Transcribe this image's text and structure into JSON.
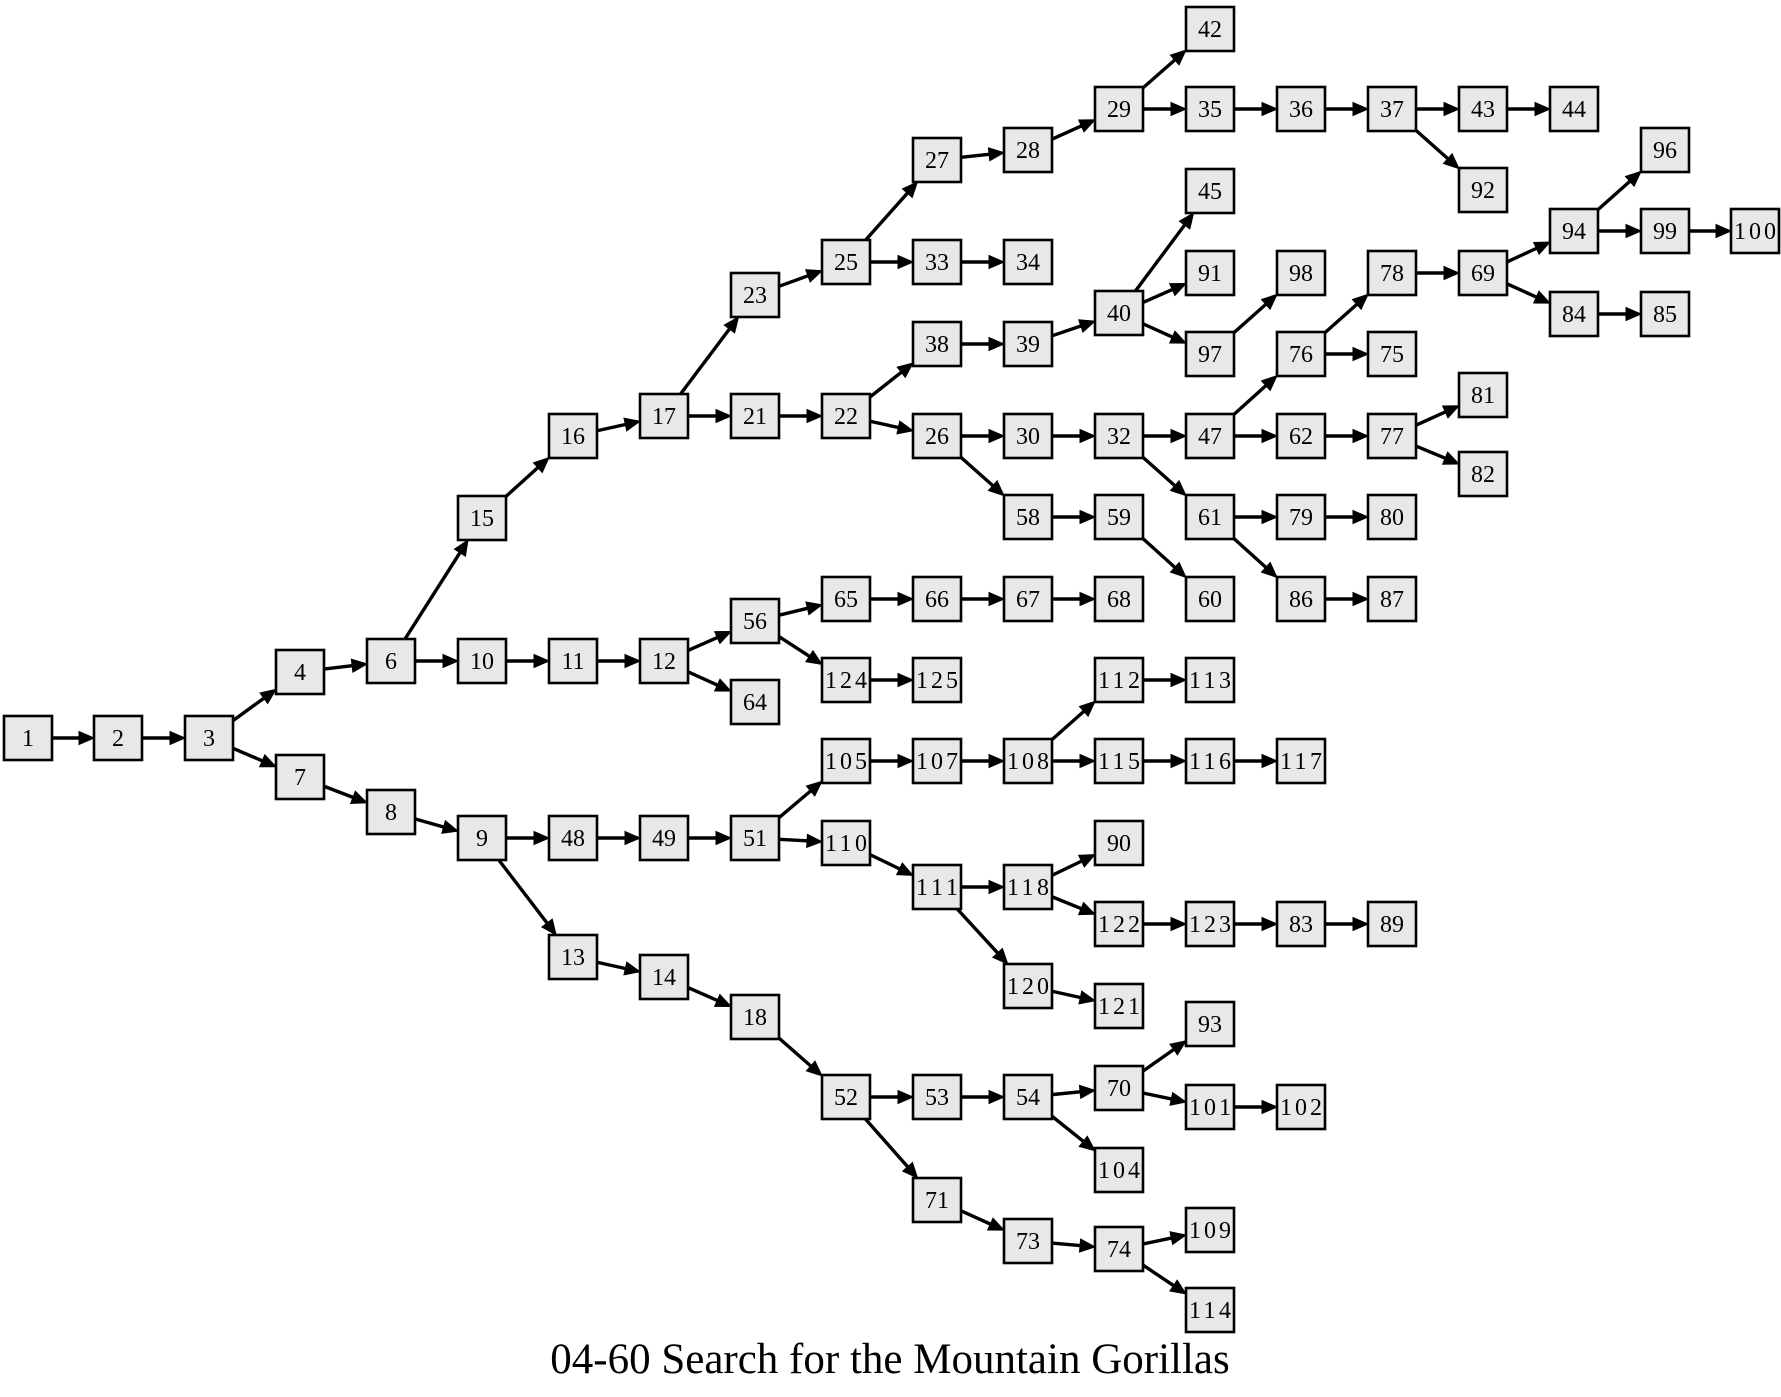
{
  "caption": "04-60 Search for the Mountain Gorillas",
  "colors": {
    "node_fill": "#e8e8e8",
    "node_stroke": "#000000",
    "edge": "#000000"
  },
  "nodes": [
    "1",
    "2",
    "3",
    "4",
    "6",
    "7",
    "8",
    "9",
    "10",
    "11",
    "12",
    "13",
    "14",
    "15",
    "16",
    "17",
    "18",
    "21",
    "22",
    "23",
    "25",
    "26",
    "27",
    "28",
    "29",
    "30",
    "32",
    "33",
    "34",
    "35",
    "36",
    "37",
    "38",
    "39",
    "40",
    "42",
    "43",
    "44",
    "45",
    "47",
    "48",
    "49",
    "51",
    "52",
    "53",
    "54",
    "56",
    "58",
    "59",
    "60",
    "61",
    "62",
    "64",
    "65",
    "66",
    "67",
    "68",
    "69",
    "70",
    "71",
    "73",
    "74",
    "75",
    "76",
    "77",
    "78",
    "79",
    "80",
    "81",
    "82",
    "83",
    "84",
    "85",
    "86",
    "87",
    "89",
    "90",
    "91",
    "92",
    "93",
    "94",
    "96",
    "97",
    "98",
    "99",
    "100",
    "101",
    "102",
    "104",
    "105",
    "107",
    "108",
    "109",
    "110",
    "111",
    "112",
    "113",
    "114",
    "115",
    "116",
    "117",
    "118",
    "120",
    "121",
    "122",
    "123",
    "124",
    "125"
  ],
  "edges": [
    [
      "1",
      "2"
    ],
    [
      "2",
      "3"
    ],
    [
      "3",
      "4"
    ],
    [
      "3",
      "7"
    ],
    [
      "4",
      "6"
    ],
    [
      "6",
      "15"
    ],
    [
      "6",
      "10"
    ],
    [
      "7",
      "8"
    ],
    [
      "8",
      "9"
    ],
    [
      "9",
      "48"
    ],
    [
      "9",
      "13"
    ],
    [
      "10",
      "11"
    ],
    [
      "11",
      "12"
    ],
    [
      "12",
      "56"
    ],
    [
      "12",
      "64"
    ],
    [
      "13",
      "14"
    ],
    [
      "14",
      "18"
    ],
    [
      "15",
      "16"
    ],
    [
      "16",
      "17"
    ],
    [
      "17",
      "23"
    ],
    [
      "17",
      "21"
    ],
    [
      "18",
      "52"
    ],
    [
      "21",
      "22"
    ],
    [
      "22",
      "38"
    ],
    [
      "22",
      "26"
    ],
    [
      "23",
      "25"
    ],
    [
      "25",
      "27"
    ],
    [
      "25",
      "33"
    ],
    [
      "26",
      "30"
    ],
    [
      "26",
      "58"
    ],
    [
      "27",
      "28"
    ],
    [
      "28",
      "29"
    ],
    [
      "29",
      "42"
    ],
    [
      "29",
      "35"
    ],
    [
      "30",
      "32"
    ],
    [
      "32",
      "47"
    ],
    [
      "32",
      "61"
    ],
    [
      "33",
      "34"
    ],
    [
      "35",
      "36"
    ],
    [
      "36",
      "37"
    ],
    [
      "37",
      "43"
    ],
    [
      "37",
      "92"
    ],
    [
      "38",
      "39"
    ],
    [
      "39",
      "40"
    ],
    [
      "40",
      "45"
    ],
    [
      "40",
      "91"
    ],
    [
      "40",
      "97"
    ],
    [
      "43",
      "44"
    ],
    [
      "47",
      "76"
    ],
    [
      "47",
      "62"
    ],
    [
      "48",
      "49"
    ],
    [
      "49",
      "51"
    ],
    [
      "51",
      "105"
    ],
    [
      "51",
      "110"
    ],
    [
      "52",
      "53"
    ],
    [
      "52",
      "71"
    ],
    [
      "53",
      "54"
    ],
    [
      "54",
      "70"
    ],
    [
      "54",
      "104"
    ],
    [
      "56",
      "65"
    ],
    [
      "56",
      "124"
    ],
    [
      "58",
      "59"
    ],
    [
      "59",
      "60"
    ],
    [
      "61",
      "79"
    ],
    [
      "61",
      "86"
    ],
    [
      "62",
      "77"
    ],
    [
      "65",
      "66"
    ],
    [
      "66",
      "67"
    ],
    [
      "67",
      "68"
    ],
    [
      "69",
      "94"
    ],
    [
      "69",
      "84"
    ],
    [
      "70",
      "93"
    ],
    [
      "70",
      "101"
    ],
    [
      "71",
      "73"
    ],
    [
      "73",
      "74"
    ],
    [
      "74",
      "109"
    ],
    [
      "74",
      "114"
    ],
    [
      "76",
      "78"
    ],
    [
      "76",
      "75"
    ],
    [
      "77",
      "81"
    ],
    [
      "77",
      "82"
    ],
    [
      "78",
      "69"
    ],
    [
      "79",
      "80"
    ],
    [
      "83",
      "89"
    ],
    [
      "84",
      "85"
    ],
    [
      "86",
      "87"
    ],
    [
      "94",
      "96"
    ],
    [
      "94",
      "99"
    ],
    [
      "97",
      "98"
    ],
    [
      "99",
      "100"
    ],
    [
      "101",
      "102"
    ],
    [
      "105",
      "107"
    ],
    [
      "107",
      "108"
    ],
    [
      "108",
      "112"
    ],
    [
      "108",
      "115"
    ],
    [
      "110",
      "111"
    ],
    [
      "111",
      "118"
    ],
    [
      "111",
      "120"
    ],
    [
      "112",
      "113"
    ],
    [
      "115",
      "116"
    ],
    [
      "116",
      "117"
    ],
    [
      "118",
      "90"
    ],
    [
      "118",
      "122"
    ],
    [
      "120",
      "121"
    ],
    [
      "122",
      "123"
    ],
    [
      "123",
      "83"
    ],
    [
      "124",
      "125"
    ]
  ]
}
